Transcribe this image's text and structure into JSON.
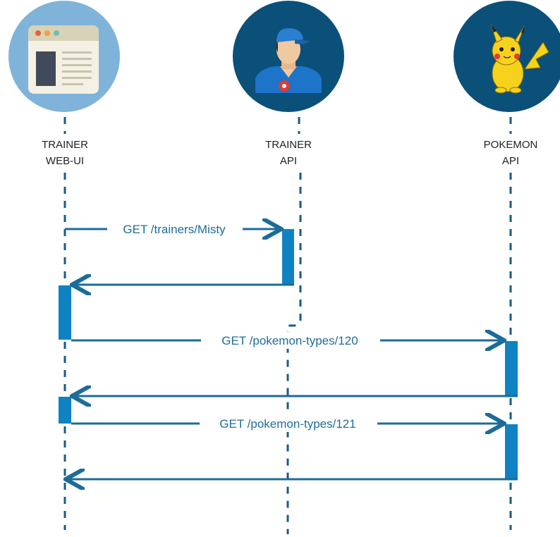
{
  "colors": {
    "lifeline": "#1a5a85",
    "arrow": "#1c6c97",
    "activation": "#0f82c2",
    "browser_circle": "#7fb3d9",
    "actor_circle": "#0b5079",
    "label_text": "#222222",
    "message_text": "#1f6d99"
  },
  "actors": [
    {
      "id": "trainer-web-ui",
      "icon": "browser-window-icon",
      "label_line1": "TRAINER",
      "label_line2": "WEB-UI"
    },
    {
      "id": "trainer-api",
      "icon": "pokemon-trainer-icon",
      "label_line1": "TRAINER",
      "label_line2": "API"
    },
    {
      "id": "pokemon-api",
      "icon": "pikachu-icon",
      "label_line1": "POKEMON",
      "label_line2": "API"
    }
  ],
  "messages": [
    {
      "from": "trainer-web-ui",
      "to": "trainer-api",
      "label": "GET /trainers/Misty",
      "kind": "request"
    },
    {
      "from": "trainer-api",
      "to": "trainer-web-ui",
      "label": "",
      "kind": "response"
    },
    {
      "from": "trainer-web-ui",
      "to": "pokemon-api",
      "label": "GET /pokemon-types/120",
      "kind": "request"
    },
    {
      "from": "pokemon-api",
      "to": "trainer-web-ui",
      "label": "",
      "kind": "response"
    },
    {
      "from": "trainer-web-ui",
      "to": "pokemon-api",
      "label": "GET /pokemon-types/121",
      "kind": "request"
    },
    {
      "from": "pokemon-api",
      "to": "trainer-web-ui",
      "label": "",
      "kind": "response"
    }
  ]
}
